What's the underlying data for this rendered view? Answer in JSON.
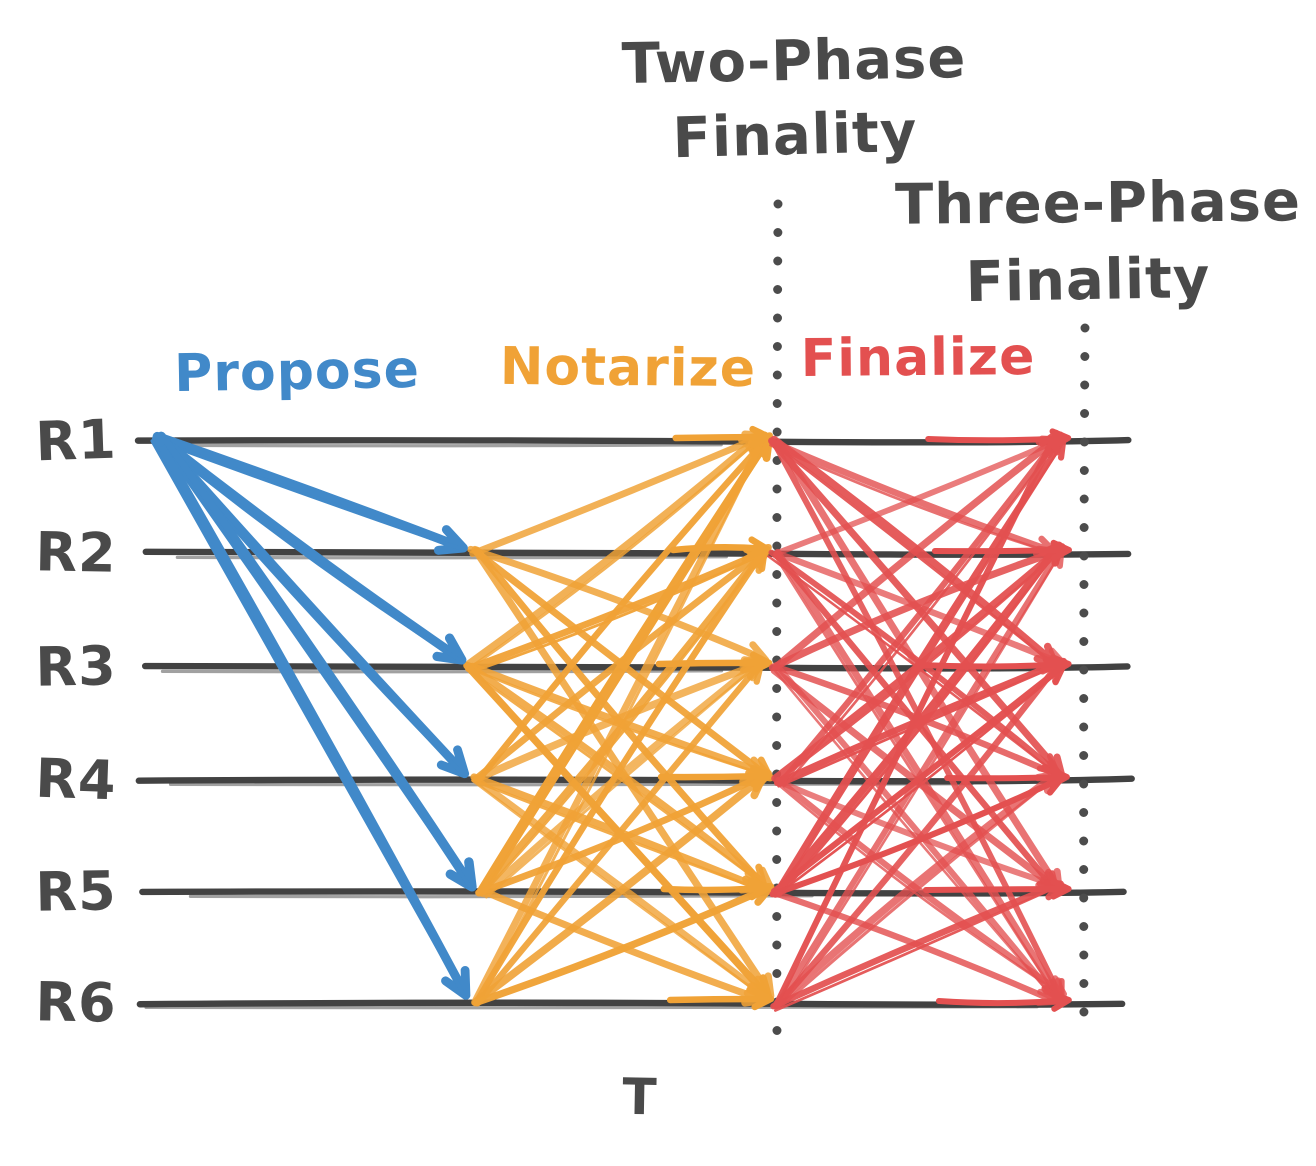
{
  "diagram": {
    "replicas": [
      "R1",
      "R2",
      "R3",
      "R4",
      "R5",
      "R6"
    ],
    "time_axis_label": "T",
    "ink_color": "#4a4a4a",
    "line_color": "#424242",
    "dotted_line_color": "#4c4c4c",
    "phases": [
      {
        "label": "Propose",
        "color": "#4189c9",
        "type": "leader-broadcast",
        "sender": "R1",
        "receivers": [
          "R2",
          "R3",
          "R4",
          "R5",
          "R6"
        ]
      },
      {
        "label": "Notarize",
        "color": "#f0a236",
        "type": "all-to-all",
        "senders": [
          "R2",
          "R3",
          "R4",
          "R5",
          "R6"
        ],
        "receivers": [
          "R1",
          "R2",
          "R3",
          "R4",
          "R5",
          "R6"
        ],
        "self_messages": [
          "R1",
          "R2",
          "R3",
          "R4",
          "R5",
          "R6"
        ]
      },
      {
        "label": "Finalize",
        "color": "#e35050",
        "type": "all-to-all",
        "senders": [
          "R1",
          "R2",
          "R3",
          "R4",
          "R5",
          "R6"
        ],
        "receivers": [
          "R1",
          "R2",
          "R3",
          "R4",
          "R5",
          "R6"
        ],
        "self_messages": [
          "R1",
          "R2",
          "R3",
          "R4",
          "R5",
          "R6"
        ]
      }
    ],
    "milestones": [
      {
        "lines": [
          "Two-Phase",
          "Finality"
        ]
      },
      {
        "lines": [
          "Three-Phase",
          "Finality"
        ]
      }
    ]
  }
}
